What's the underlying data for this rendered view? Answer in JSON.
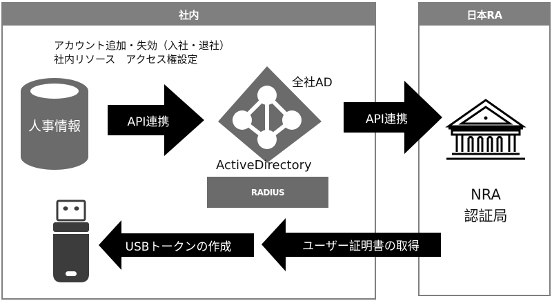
{
  "zones": {
    "internal": {
      "title": "社内"
    },
    "ra": {
      "title": "日本RA"
    }
  },
  "notes": {
    "line1": "アカウント追加・失効（入社・退社）",
    "line2": "社内リソース　アクセス権設定"
  },
  "nodes": {
    "hr": {
      "label": "人事情報",
      "icon": "database-cylinder-icon"
    },
    "ad": {
      "caption": "全社AD",
      "label": "ActiveDirectory",
      "icon": "active-directory-icon"
    },
    "radius": {
      "label": "RADIUS"
    },
    "nra": {
      "line1": "NRA",
      "line2": "認証局",
      "icon": "bank-building-icon"
    },
    "usb": {
      "icon": "usb-token-icon"
    }
  },
  "arrows": {
    "hr_to_ad": {
      "label": "API連携",
      "direction": "right"
    },
    "ad_to_nra": {
      "label": "API連携",
      "direction": "right"
    },
    "nra_to_ad": {
      "label": "ユーザー証明書の取得",
      "direction": "left"
    },
    "to_usb": {
      "label": "USBトークンの作成",
      "direction": "left"
    }
  },
  "colors": {
    "header": "#7f7f7f",
    "arrow": "#000000",
    "icon_gray": "#6b6b6b",
    "icon_dark": "#3c3c3c"
  }
}
